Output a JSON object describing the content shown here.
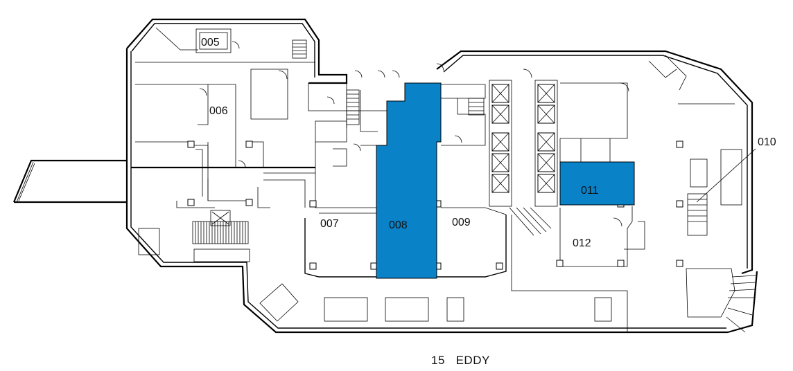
{
  "building": {
    "name": "15   EDDY"
  },
  "units": [
    {
      "id": "005",
      "label": "005",
      "available": false
    },
    {
      "id": "006",
      "label": "006",
      "available": false
    },
    {
      "id": "007",
      "label": "007",
      "available": false
    },
    {
      "id": "008",
      "label": "008",
      "available": true
    },
    {
      "id": "009",
      "label": "009",
      "available": false
    },
    {
      "id": "010",
      "label": "010",
      "available": false
    },
    {
      "id": "011",
      "label": "011",
      "available": true
    },
    {
      "id": "012",
      "label": "012",
      "available": false
    }
  ],
  "colors": {
    "available": "#0a82c8",
    "walls": "#000000",
    "background": "#ffffff"
  }
}
